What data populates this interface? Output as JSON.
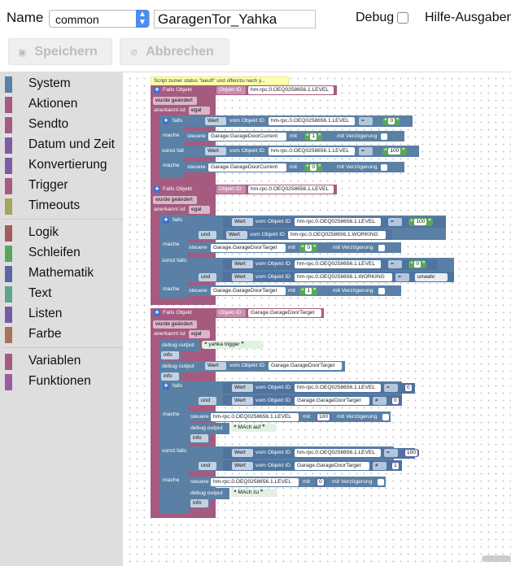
{
  "header": {
    "name_label": "Name",
    "instance_value": "common",
    "script_name": "GaragenTor_Yahka",
    "debug_label": "Debug",
    "help_label": "Hilfe-Ausgaben"
  },
  "toolbar": {
    "save_label": "Speichern",
    "cancel_label": "Abbrechen"
  },
  "categories": [
    {
      "label": "System",
      "color": "#5b80a5"
    },
    {
      "label": "Aktionen",
      "color": "#a55b80"
    },
    {
      "label": "Sendto",
      "color": "#a55b80"
    },
    {
      "label": "Datum und Zeit",
      "color": "#805ba5"
    },
    {
      "label": "Konvertierung",
      "color": "#805ba5"
    },
    {
      "label": "Trigger",
      "color": "#a55b80"
    },
    {
      "label": "Timeouts",
      "color": "#a5a55b"
    },
    {
      "label": "Logik",
      "color": "#a55b5b"
    },
    {
      "label": "Schleifen",
      "color": "#5ba55b"
    },
    {
      "label": "Mathematik",
      "color": "#5b67a5"
    },
    {
      "label": "Text",
      "color": "#5ba58c"
    },
    {
      "label": "Listen",
      "color": "#745ba5"
    },
    {
      "label": "Farbe",
      "color": "#a5745b"
    },
    {
      "label": "Variablen",
      "color": "#a55b80"
    },
    {
      "label": "Funktionen",
      "color": "#995ba5"
    }
  ],
  "blocks": {
    "comment": "Script zumer status \"laeuft\" und offen/zu nach y...",
    "falls_objekt": "Falls Objekt",
    "objekt_id": "Objekt ID",
    "wurde_geaendert": "wurde geändert",
    "anerkannt_ist": "anerkannt ist",
    "egal": "egal",
    "falls": "falls",
    "mache": "mache",
    "sonst_falls": "sonst falls",
    "und": "und",
    "wert": "Wert",
    "vom_objekt_id": "vom Objekt ID",
    "steuere": "steuere",
    "mit": "mit",
    "mit_verzoegerung": "mit Verzögerung",
    "debug_output": "debug output",
    "info": "info",
    "eq": "=",
    "ne": "≠",
    "unwahr": "unwahr",
    "level_obj": "hm-rpc.0.OEQ0258656.1.LEVEL",
    "working_obj": "hm-rpc.0.OEQ0258656.1.WORKING",
    "door_current": "Garage.GarageDoorCurrent",
    "door_target": "Garage.GarageDoorTarget",
    "v0": "0",
    "v1": "1",
    "v100": "100",
    "yahka_trigger": "yahka trigger",
    "mach_auf": "MAch auf",
    "mach_zu": "MAch zu"
  }
}
